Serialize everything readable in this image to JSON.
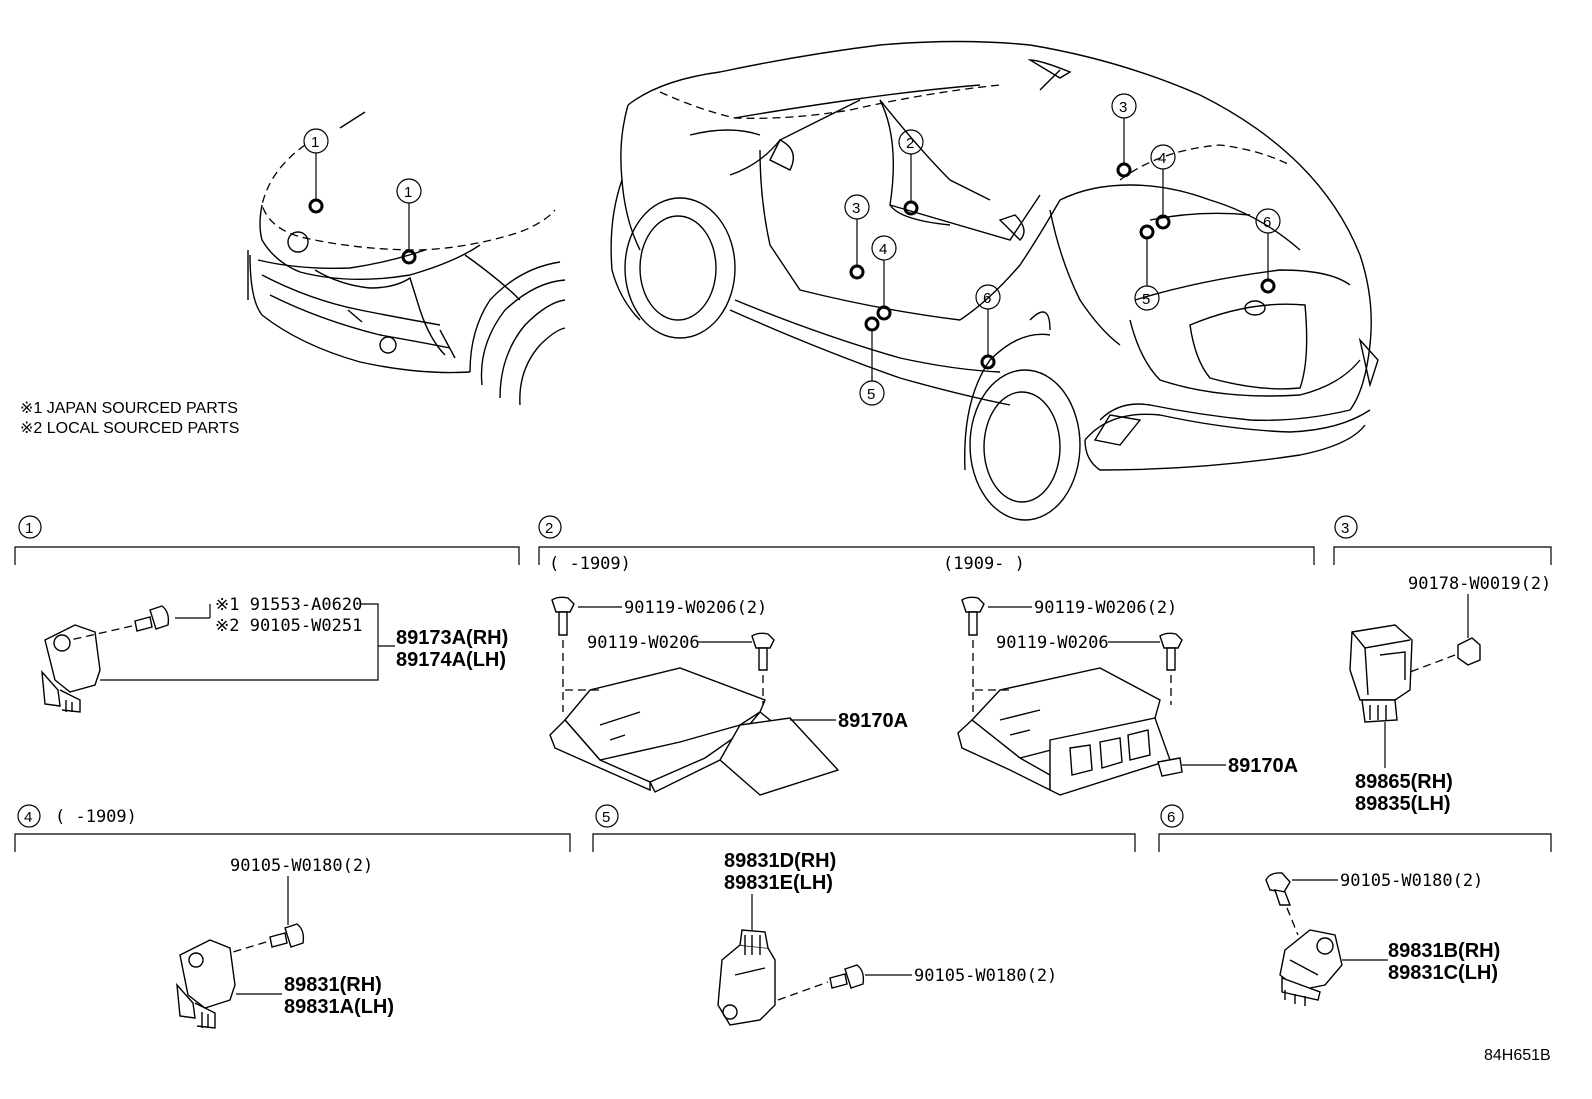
{
  "notes": {
    "n1": "※1 JAPAN SOURCED PARTS",
    "n2": "※2 LOCAL SOURCED PARTS"
  },
  "circled": [
    "1",
    "2",
    "3",
    "4",
    "5",
    "6"
  ],
  "sections": {
    "s1": {
      "num": "1",
      "code1": "※1 91553-A0620",
      "code2": "※2 90105-W0251",
      "part_rh": "89173A(RH)",
      "part_lh": "89174A(LH)"
    },
    "s2": {
      "num": "2",
      "left_range": "(    -1909)",
      "right_range": "(1909-    )",
      "bolt_a": "90119-W0206(2)",
      "bolt_b": "90119-W0206",
      "part_left": "89170A",
      "part_right": "89170A"
    },
    "s3": {
      "num": "3",
      "nut": "90178-W0019(2)",
      "part_rh": "89865(RH)",
      "part_lh": "89835(LH)"
    },
    "s4": {
      "num": "4",
      "range": "(    -1909)",
      "bolt": "90105-W0180(2)",
      "part_rh": "89831(RH)",
      "part_lh": "89831A(LH)"
    },
    "s5": {
      "num": "5",
      "part_rh": "89831D(RH)",
      "part_lh": "89831E(LH)",
      "bolt": "90105-W0180(2)"
    },
    "s6": {
      "num": "6",
      "bolt": "90105-W0180(2)",
      "part_rh": "89831B(RH)",
      "part_lh": "89831C(LH)"
    }
  },
  "diagram_code": "84H651B"
}
